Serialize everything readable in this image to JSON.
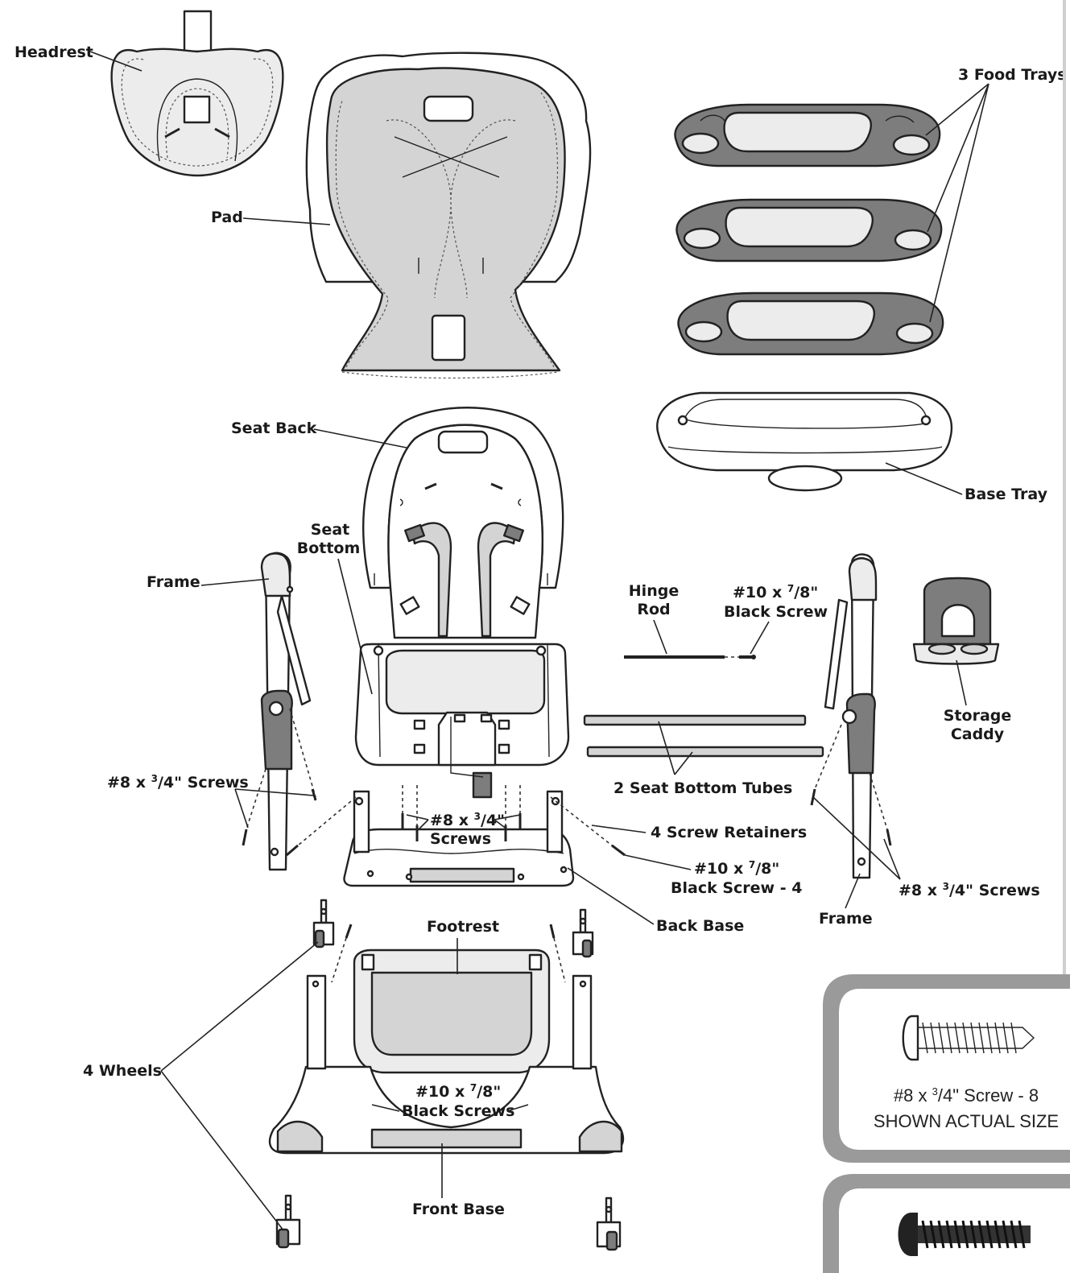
{
  "labels": {
    "headrest": "Headrest",
    "pad": "Pad",
    "food_trays": "3 Food Trays",
    "base_tray": "Base Tray",
    "seat_back": "Seat Back",
    "seat_bottom_line1": "Seat",
    "seat_bottom_line2": "Bottom",
    "frame_left": "Frame",
    "hinge_rod_line1": "Hinge",
    "hinge_rod_line2": "Rod",
    "black_screw_top_pre": "#10 x ",
    "black_screw_top_sup": "7",
    "black_screw_top_post": "/8\"",
    "black_screw_top_line2": "Black Screw",
    "storage_caddy_line1": "Storage",
    "storage_caddy_line2": "Caddy",
    "screws_left_pre": "#8 x ",
    "screws_left_sup": "3",
    "screws_left_post": "/4\" Screws",
    "screws_mid_pre": "#8 x ",
    "screws_mid_sup": "3",
    "screws_mid_post": "/4\"",
    "screws_mid_line2": "Screws",
    "seat_bottom_tubes": "2 Seat Bottom Tubes",
    "screw_retainers": "4 Screw Retainers",
    "black_screw_4_pre": "#10 x ",
    "black_screw_4_sup": "7",
    "black_screw_4_post": "/8\"",
    "black_screw_4_line2": "Black Screw - 4",
    "screws_right_pre": "#8 x ",
    "screws_right_sup": "3",
    "screws_right_post": "/4\" Screws",
    "back_base": "Back Base",
    "frame_right": "Frame",
    "footrest": "Footrest",
    "wheels": "4 Wheels",
    "black_screws_bottom_pre": "#10 x ",
    "black_screws_bottom_sup": "7",
    "black_screws_bottom_post": "/8\"",
    "black_screws_bottom_line2": "Black Screws",
    "front_base": "Front Base"
  },
  "actual_size_box": {
    "line1_pre": "#8 x ",
    "line1_sup": "3",
    "line1_post": "/4\" Screw - 8",
    "line2": "SHOWN ACTUAL SIZE"
  },
  "icons": [
    "headrest-part",
    "pad-part",
    "food-tray-part",
    "base-tray-part",
    "seat-back-part",
    "seat-bottom-part",
    "frame-part",
    "hinge-rod-part",
    "storage-caddy-part",
    "tube-part",
    "back-base-part",
    "footrest-part",
    "front-base-part",
    "wheel-part",
    "screw-icon"
  ]
}
